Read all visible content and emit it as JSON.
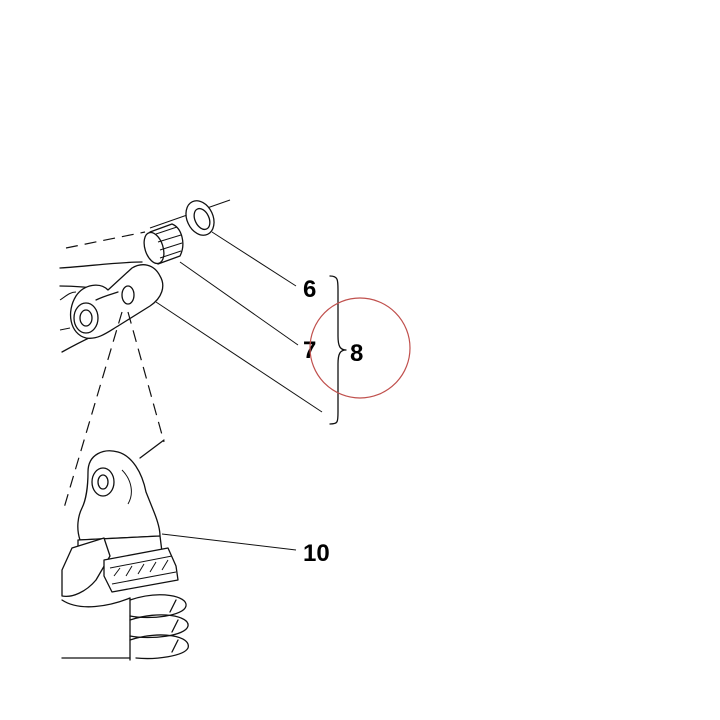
{
  "diagram": {
    "callouts": {
      "item_6": "6",
      "item_7": "7",
      "item_8": "8",
      "item_10": "10"
    },
    "colors": {
      "line": "#111111",
      "background": "#ffffff",
      "highlight_circle": "#c0504d"
    },
    "icons": {
      "group_brace": "curly-brace"
    }
  }
}
